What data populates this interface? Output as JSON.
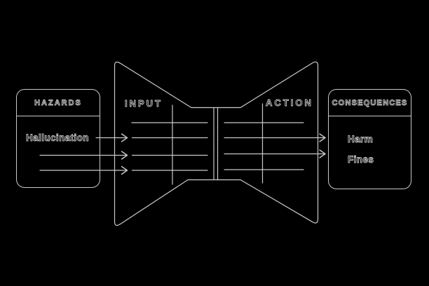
{
  "diagram": {
    "type": "bowtie-risk-diagram",
    "hazards": {
      "title": "HAZARDS",
      "items": [
        "Hallucination",
        "",
        ""
      ],
      "blank_row_count": 2
    },
    "bowtie": {
      "input_label": "INPUT",
      "action_label": "ACTION",
      "left_rows": 4,
      "right_rows": 4,
      "incoming_arrows": 3,
      "outgoing_arrows": 2
    },
    "consequences": {
      "title": "CONSEQUENCES",
      "items": [
        "Harm",
        "Fines"
      ]
    },
    "colors": {
      "background": "#000000",
      "line": "#c9c9c9"
    }
  }
}
